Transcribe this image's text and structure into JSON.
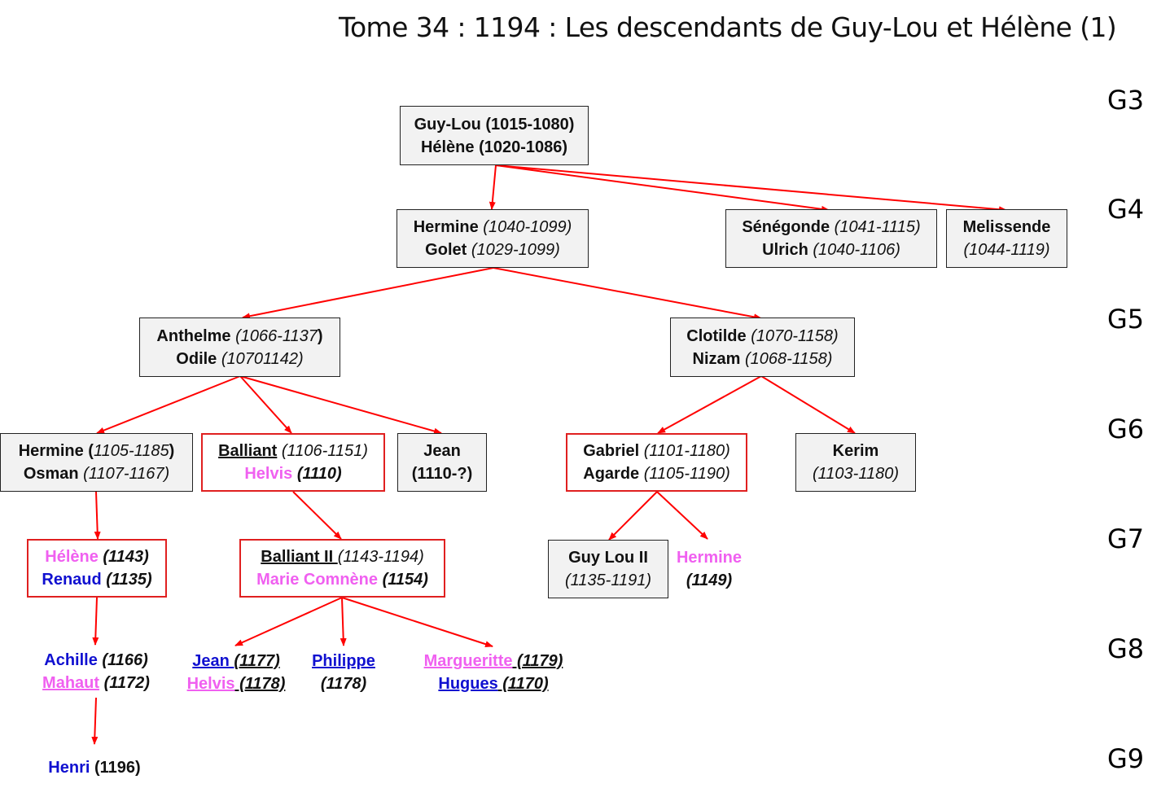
{
  "title": "Tome 34 : 1194 : Les descendants de Guy-Lou et Hélène (1)",
  "generations": [
    "G3",
    "G4",
    "G5",
    "G6",
    "G7",
    "G8",
    "G9"
  ],
  "colors": {
    "arrow": "#ff0000",
    "male_blue": "#1010d0",
    "female_pink": "#f060f0",
    "box_gray": "#f2f2f2",
    "box_border_red": "#e02020"
  },
  "nodes": {
    "guylou": {
      "l1": {
        "name": "Guy-Lou",
        "dates": " (1015-1080)"
      },
      "l2": {
        "name": "Hélène",
        "dates": " (1020-1086)"
      }
    },
    "hermine1": {
      "l1": {
        "name": "Hermine",
        "dates": " (1040-1099)"
      },
      "l2": {
        "name": "Golet",
        "dates": " (1029-1099)"
      }
    },
    "senegonde": {
      "l1": {
        "name": "Sénégonde",
        "dates": " (1041-1115)"
      },
      "l2": {
        "name": "Ulrich",
        "dates": " (1040-1106)"
      }
    },
    "melissende": {
      "l1": {
        "name": "Melissende"
      },
      "l2": {
        "dates": "(1044-1119)"
      }
    },
    "anthelme": {
      "l1": {
        "name": "Anthelme",
        "dates": " (1066-1137",
        "paren": ")"
      },
      "l2": {
        "name": "Odile",
        "dates": " (10701142)"
      }
    },
    "clotilde": {
      "l1": {
        "name": "Clotilde",
        "dates": " (1070-1158)"
      },
      "l2": {
        "name": "Nizam",
        "dates": " (1068-1158)"
      }
    },
    "hermine2": {
      "l1": {
        "name": "Hermine",
        "open": " (",
        "dates": "1105-1185",
        "close": ")"
      },
      "l2": {
        "name": "Osman",
        "dates": " (1107-1167)"
      }
    },
    "balliant": {
      "l1": {
        "name": "Balliant",
        "dates": " (1106-1151)"
      },
      "l2": {
        "name": "Helvis",
        "dates": " (1110)"
      }
    },
    "jean1": {
      "l1": {
        "name": "Jean"
      },
      "l2": {
        "dates": "(1110-?)"
      }
    },
    "gabriel": {
      "l1": {
        "name": "Gabriel",
        "dates": " (1101-1180)"
      },
      "l2": {
        "name": "Agarde",
        "dates": " (1105-1190)"
      }
    },
    "kerim": {
      "l1": {
        "name": "Kerim"
      },
      "l2": {
        "dates": "(1103-1180)"
      }
    },
    "helene2": {
      "l1": {
        "name": "Hélène",
        "dates": " (1143)"
      },
      "l2": {
        "name": "Renaud",
        "dates": " (1135)"
      }
    },
    "balliant2": {
      "l1": {
        "name": "Balliant II ",
        "dates": "(1143-1194)"
      },
      "l2": {
        "name": "Marie Comnène",
        "dates": " (1154)"
      }
    },
    "guylou2": {
      "l1": {
        "name": "Guy Lou II"
      },
      "l2": {
        "dates": "(1135-1191)"
      }
    },
    "hermine3": {
      "l1": {
        "name": "Hermine"
      },
      "l2": {
        "dates": "(1149)"
      }
    },
    "achille": {
      "l1": {
        "name": "Achille",
        "dates": " (1166)"
      },
      "l2": {
        "name": "Mahaut",
        "dates": " (1172)"
      }
    },
    "jean2": {
      "l1": {
        "name": "Jean ",
        "dates": "(1177)"
      },
      "l2": {
        "name": "Helvis",
        "dates": " (1178)"
      }
    },
    "philippe": {
      "l1": {
        "name": "Philippe"
      },
      "l2": {
        "dates": "(1178)"
      }
    },
    "margueritte": {
      "l1": {
        "name": "Margueritte",
        "dates": " (1179)"
      },
      "l2": {
        "name": "Hugues",
        "dates": " (1170)"
      }
    },
    "henri": {
      "l1": {
        "name": "Henri",
        "dates": " (1196)"
      }
    }
  }
}
